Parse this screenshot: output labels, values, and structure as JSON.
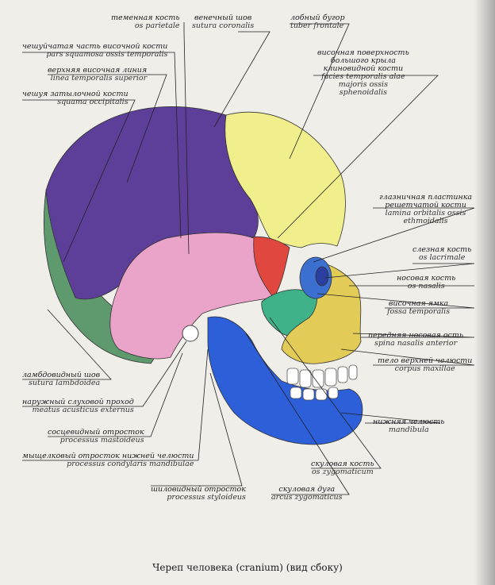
{
  "caption": "Череп человека (cranium) (вид сбоку)",
  "labels": {
    "temennaya": {
      "ru": "теменная кость",
      "la": "os parietale"
    },
    "venechny": {
      "ru": "венечный шов",
      "la": "sutura coronalis"
    },
    "lobny": {
      "ru": "лобный бугор",
      "la": "tuber frontale"
    },
    "cheshuy_visoch": {
      "ru": "чешуйчатая часть височной кости",
      "la": "pars squamosa ossis temporalis"
    },
    "verh_visoch": {
      "ru": "верхняя височная линия",
      "la": "linea temporalis superior"
    },
    "cheshuya_zatyl": {
      "ru": "чешуя затылочной кости",
      "la": "squama occipitalis"
    },
    "visoch_poverh": {
      "ru1": "височная поверхность",
      "ru2": "большого крыла",
      "ru3": "клиновидной кости",
      "la1": "facies temporalis alae",
      "la2": "majoris ossis",
      "la3": "sphenoidalis"
    },
    "glaznich": {
      "ru1": "глазничная пластинка",
      "ru2": "решетчатой кости",
      "la1": "lamina orbitalis ossis",
      "la2": "ethmoidalis"
    },
    "slezna": {
      "ru": "слезная кость",
      "la": "os lacrimale"
    },
    "nosovaya": {
      "ru": "носовая кость",
      "la": "os nasalis"
    },
    "visoch_yamka": {
      "ru": "височная ямка",
      "la": "fossa temporalis"
    },
    "perednyaya_ost": {
      "ru": "передняя носовая ость",
      "la": "spina nasalis anterior"
    },
    "telo_verh": {
      "ru": "тело верхней челюсти",
      "la": "corpus maxillae"
    },
    "nizhnyaya": {
      "ru": "нижняя челюсть",
      "la": "mandibula"
    },
    "skulovaya_kost": {
      "ru": "скуловая кость",
      "la": "os zygomaticum"
    },
    "skulovaya_duga": {
      "ru": "скуловая дуга",
      "la": "arcus zygomaticus"
    },
    "shipovid": {
      "ru": "шиловидный отросток",
      "la": "processus styloideus"
    },
    "myshchelk": {
      "ru": "мыщелковый отросток нижней челюсти",
      "la": "processus condylaris mandibulae"
    },
    "sosstsevid": {
      "ru": "сосцевидный отросток",
      "la": "processus mastoideus"
    },
    "naruzh": {
      "ru": "наружный слуховой проход",
      "la": "meatus acusticus externus"
    },
    "lambdovid": {
      "ru": "ламбдовидный шов",
      "la": "sutura lambdoidea"
    }
  },
  "colors": {
    "parietal": "#5d3f9a",
    "frontal": "#f0ef8c",
    "temporal": "#eaa3c9",
    "occipital": "#5f9a6e",
    "sphenoid": "#e0473f",
    "zygomatic": "#3fb28a",
    "maxilla": "#e2cb56",
    "mandible": "#2d5fd9",
    "lacrimal": "#2a3fa0",
    "ethmoid": "#3b6fd0",
    "teeth": "#ffffff"
  }
}
